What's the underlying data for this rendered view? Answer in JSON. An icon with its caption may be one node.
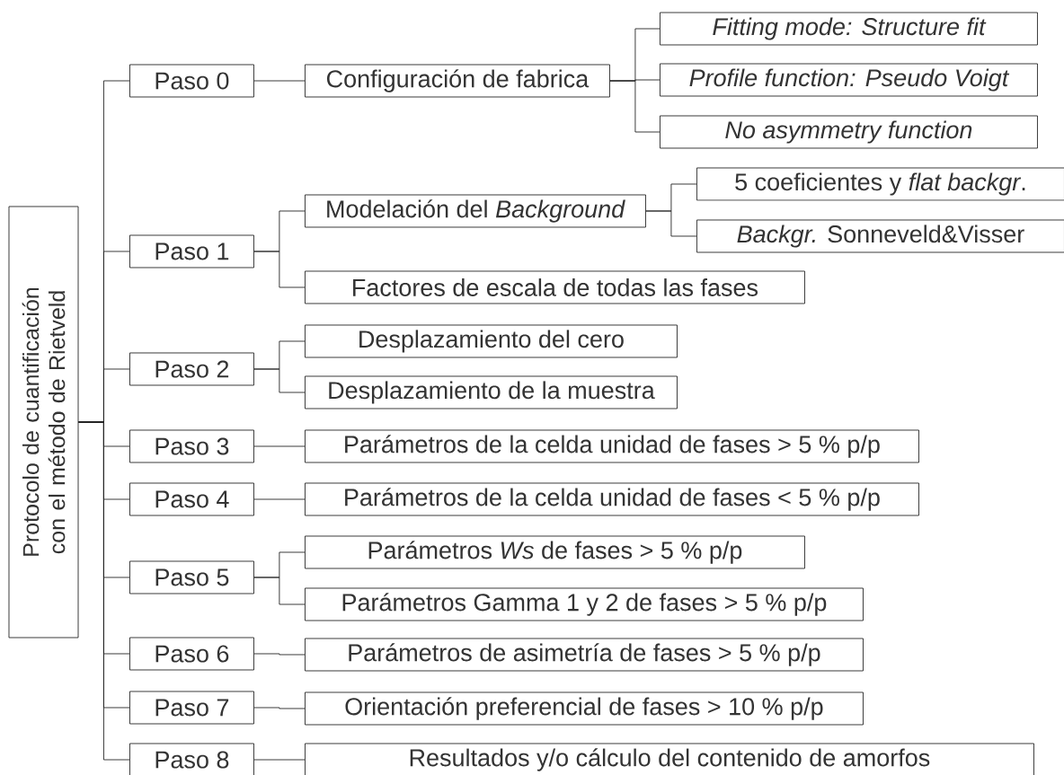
{
  "diagram": {
    "nodes": [
      {
        "text": [
          "Protocolo de cuantificación con el método de Rietveld"
        ]
      },
      {
        "text": [
          "Paso 0"
        ]
      },
      {
        "text": [
          "Configuración de fabrica"
        ]
      },
      {
        "text": [
          "Fitting mode: Structure fit"
        ]
      },
      {
        "text": [
          "Profile function: Pseudo Voigt"
        ]
      },
      {
        "text": [
          "No asymmetry function"
        ]
      },
      {
        "text": [
          "Paso 1"
        ]
      },
      {
        "text": [
          "Modelación del *Background*"
        ]
      },
      {
        "text": [
          "5 coeficientes y *flat backgr*."
        ]
      },
      {
        "text": [
          "*Backgr.* Sonneveld&Visser"
        ]
      },
      {
        "text": [
          "Factores de escala de todas las fases"
        ]
      },
      {
        "text": [
          "Paso 2"
        ]
      },
      {
        "text": [
          "Desplazamiento del cero"
        ]
      },
      {
        "text": [
          "Desplazamiento de la muestra"
        ]
      },
      {
        "text": [
          "Paso 3"
        ]
      },
      {
        "text": [
          "Parámetros de la celda unidad de fases > 5 % p/p"
        ]
      },
      {
        "text": [
          "Paso 4"
        ]
      },
      {
        "text": [
          "Parámetros de la celda unidad de fases < 5 % p/p"
        ]
      },
      {
        "text": [
          "Paso 5"
        ]
      },
      {
        "text": [
          "Parámetros *Ws* de fases > 5 % p/p"
        ]
      },
      {
        "text": [
          "Parámetros Gamma 1 y 2 de fases > 5 % p/p"
        ]
      },
      {
        "text": [
          "Paso 6"
        ]
      },
      {
        "text": [
          "Parámetros de asimetría de fases > 5 % p/p"
        ]
      },
      {
        "text": [
          "Paso 7"
        ]
      },
      {
        "text": [
          "Orientación preferencial de fases > 10 % p/p"
        ]
      },
      {
        "text": [
          "Paso 8"
        ]
      },
      {
        "text": [
          "Resultados y/o cálculo del contenido de amorfos"
        ]
      }
    ],
    "edges": [
      {
        "from": 0,
        "to": 1,
        "arrow": "none"
      },
      {
        "from": 0,
        "to": 6,
        "arrow": "none"
      },
      {
        "from": 0,
        "to": 11,
        "arrow": "none"
      },
      {
        "from": 0,
        "to": 14,
        "arrow": "none"
      },
      {
        "from": 0,
        "to": 16,
        "arrow": "none"
      },
      {
        "from": 0,
        "to": 18,
        "arrow": "none"
      },
      {
        "from": 0,
        "to": 21,
        "arrow": "none"
      },
      {
        "from": 0,
        "to": 23,
        "arrow": "none"
      },
      {
        "from": 0,
        "to": 25,
        "arrow": "none"
      },
      {
        "from": 1,
        "to": 2,
        "arrow": "none"
      },
      {
        "from": 2,
        "to": 3,
        "arrow": "none"
      },
      {
        "from": 2,
        "to": 4,
        "arrow": "none"
      },
      {
        "from": 2,
        "to": 5,
        "arrow": "none"
      },
      {
        "from": 6,
        "to": 7,
        "arrow": "none"
      },
      {
        "from": 6,
        "to": 10,
        "arrow": "none"
      },
      {
        "from": 7,
        "to": 8,
        "arrow": "none"
      },
      {
        "from": 7,
        "to": 9,
        "arrow": "none"
      },
      {
        "from": 11,
        "to": 12,
        "arrow": "none"
      },
      {
        "from": 11,
        "to": 13,
        "arrow": "none"
      },
      {
        "from": 14,
        "to": 15,
        "arrow": "none"
      },
      {
        "from": 16,
        "to": 17,
        "arrow": "none"
      },
      {
        "from": 18,
        "to": 19,
        "arrow": "none"
      },
      {
        "from": 18,
        "to": 20,
        "arrow": "none"
      },
      {
        "from": 21,
        "to": 22,
        "arrow": "none"
      },
      {
        "from": 23,
        "to": 24,
        "arrow": "none"
      },
      {
        "from": 25,
        "to": 26,
        "arrow": "none"
      }
    ]
  }
}
